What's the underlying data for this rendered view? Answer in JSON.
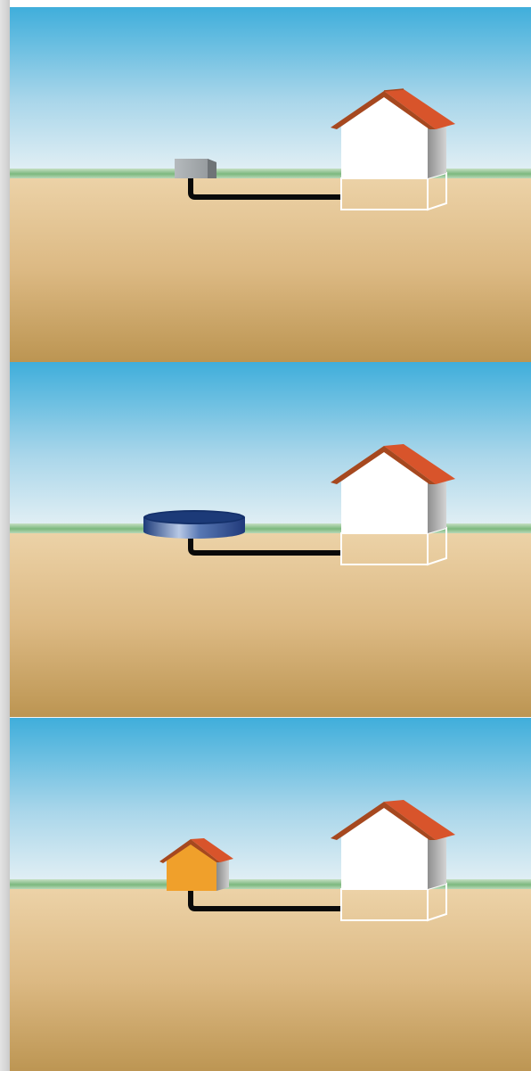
{
  "panels": [
    {
      "id": "panel-1",
      "storage": "gray-box"
    },
    {
      "id": "panel-2",
      "storage": "blue-disc-tank"
    },
    {
      "id": "panel-3",
      "storage": "orange-shed"
    }
  ],
  "colors": {
    "sky_top": "#3faedb",
    "sky_bottom": "#e6f1f5",
    "grass": "#7cb87e",
    "soil_top": "#ecd2a7",
    "soil_bottom": "#bc9552",
    "roof": "#d8542b",
    "house_front": "#ffffff",
    "house_side": "#a9a9a9",
    "pipe": "#0a0a0a",
    "box": "#9ea3a6",
    "tank": "#3a5c9c",
    "shed": "#f0a02b"
  }
}
